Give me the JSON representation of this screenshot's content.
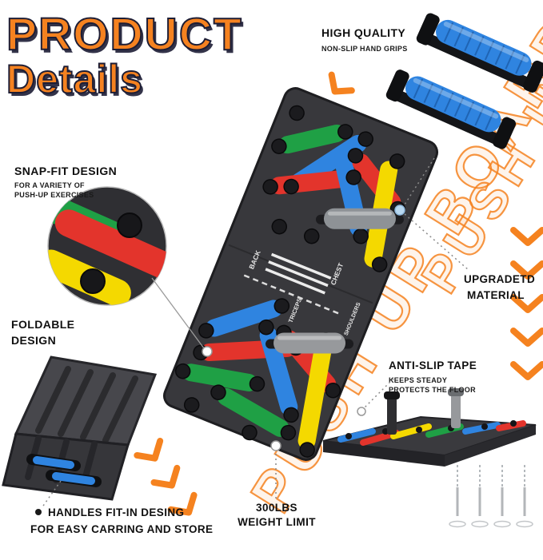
{
  "title": {
    "line1": "PRODUCT",
    "line2": "Details"
  },
  "watermark": {
    "text": "PUSH UP BOARD"
  },
  "callouts": {
    "high_quality": {
      "title": "HIGH QUALITY",
      "subtitle": "NON-SLIP HAND GRIPS"
    },
    "snap_fit": {
      "title": "SNAP-FIT DESIGN",
      "sub1": "FOR A VARIETY OF",
      "sub2": "PUSH-UP EXERCISES"
    },
    "foldable": {
      "line1": "FOLDABLE",
      "line2": "DESIGN"
    },
    "upgraded_material": {
      "line1": "UPGRADETD",
      "line2": "MATERIAL"
    },
    "anti_slip": {
      "title": "ANTI-SLIP TAPE",
      "sub1": "KEEPS STEADY",
      "sub2": "PROTECTS THE FLOOR"
    },
    "handles": {
      "line1": "HANDLES FIT-IN DESING",
      "line2": "FOR EASY CARRING AND STORE"
    },
    "weight_limit": {
      "line1": "300LBS",
      "line2": "WEIGHT LIMIT"
    }
  },
  "board": {
    "labels": {
      "chest": "CHEST",
      "back": "BACK",
      "shoulders": "SHOULDERS",
      "triceps": "TRICEPS"
    }
  },
  "colors": {
    "accent_orange": "#F5821F",
    "board_dark": "#38383C",
    "slot_blue": "#2F84E0",
    "slot_red": "#E3342C",
    "slot_yellow": "#F4D900",
    "slot_green": "#1FA045",
    "grip_blue": "#2F84E0"
  }
}
